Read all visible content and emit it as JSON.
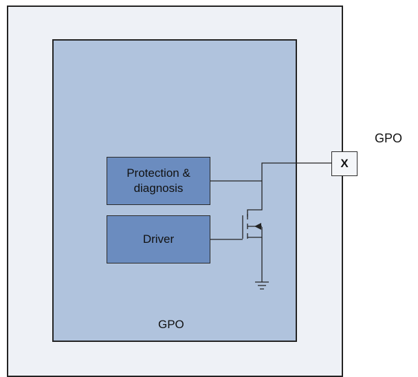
{
  "diagram": {
    "outer_label": "GPO",
    "inner_label": "GPO",
    "protection_block": "Protection &\ndiagnosis",
    "driver_block": "Driver",
    "pin_label": "X"
  },
  "colors": {
    "outer_fill": "#eef1f6",
    "inner_fill": "#b0c3dd",
    "block_fill": "#6b8cbf",
    "pin_fill": "#f4f6f9",
    "line": "#222222"
  }
}
